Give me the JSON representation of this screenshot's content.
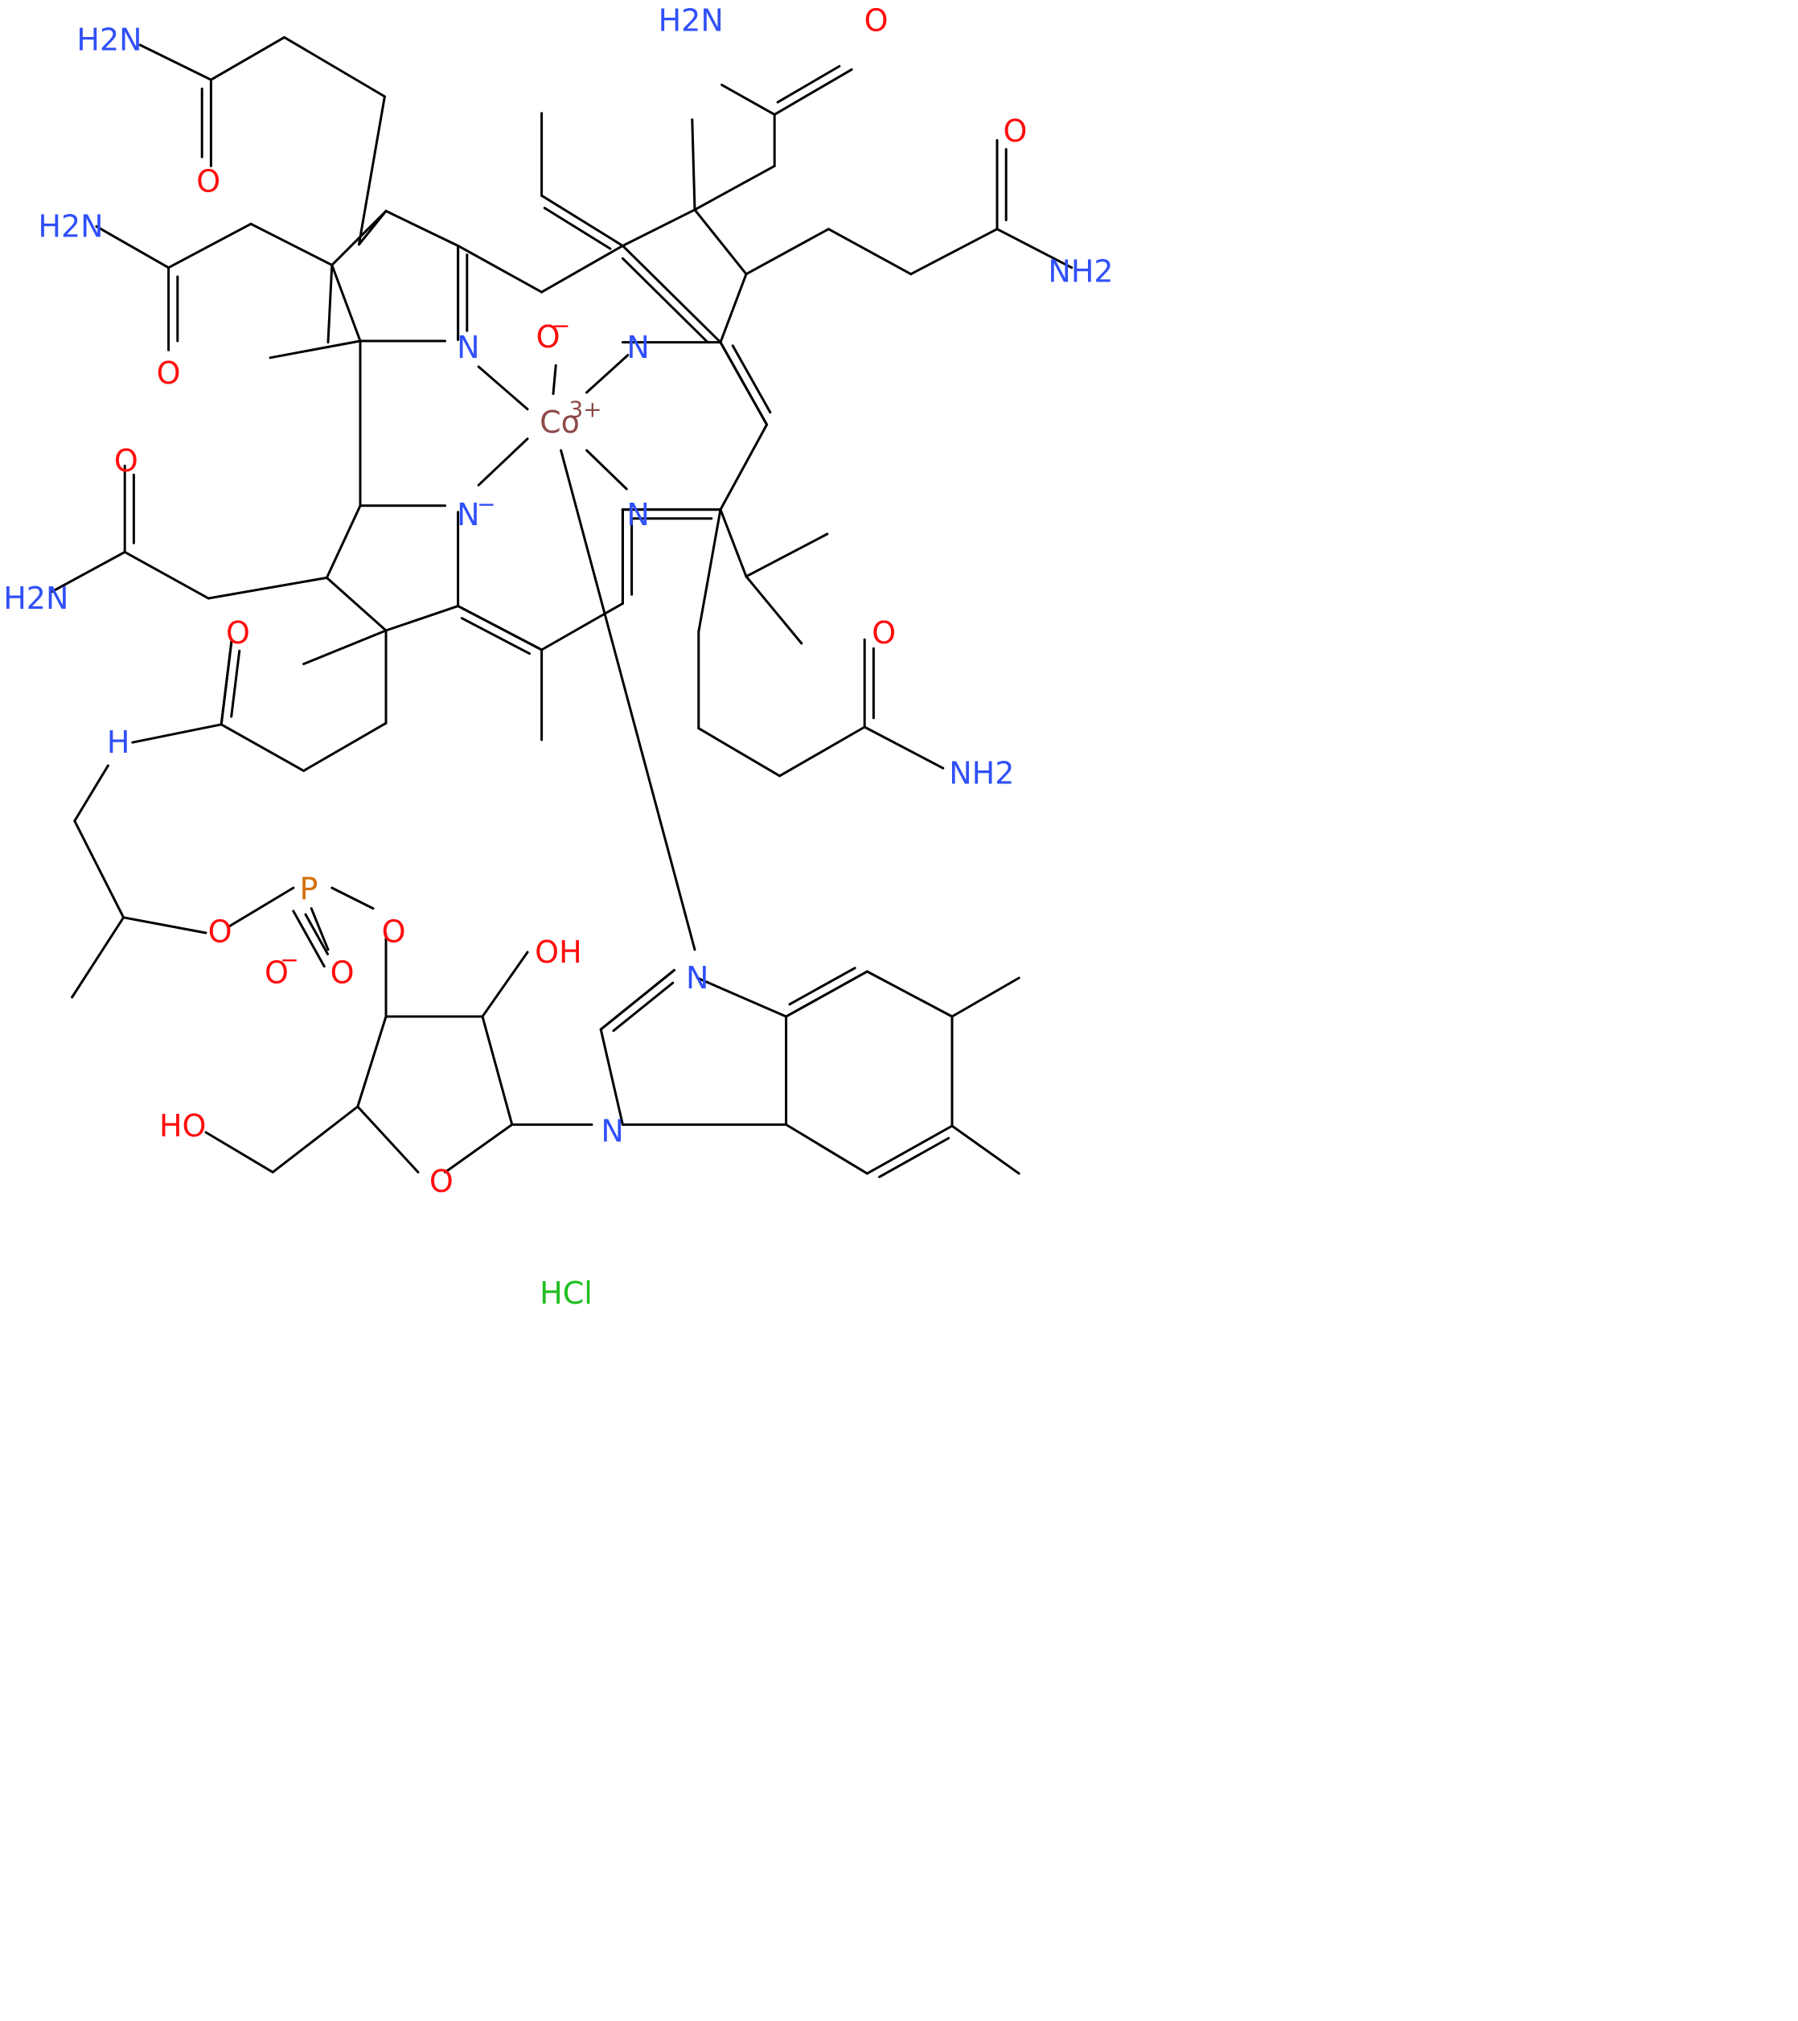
{
  "colors": {
    "bond": "#000000",
    "N": "#3050F8",
    "O": "#FF0D0D",
    "P": "#D4720B",
    "Co": "#8E4A4A",
    "Cl": "#1FBF1F",
    "background": "#ffffff"
  },
  "labels": {
    "amide_nh2_top_left": "H2N",
    "amide_o_top_left": "O",
    "amide_nh2_left": "H2N",
    "amide_o_left": "O",
    "amide_nh2_top_right": "H2N",
    "amide_o_top_right": "O",
    "amide_o_right": "O",
    "amide_nh2_right": "NH2",
    "n_ring_a": "N",
    "n_ring_b": "N",
    "n_ring_c": "N",
    "n_ring_c_charge": "−",
    "n_ring_d": "N",
    "oxide": "O",
    "oxide_charge": "−",
    "cobalt": "Co",
    "cobalt_charge": "3+",
    "amide_o_lower_left": "O",
    "amide_nh2_lower_left": "H2N",
    "amide_o_lower_right": "O",
    "amide_nh2_lower_right": "NH2",
    "linker_o": "O",
    "linker_nh": "H",
    "phosphorus": "P",
    "phosphate_o_left": "O",
    "phosphate_o_right": "O",
    "phosphate_o_minus": "O",
    "phosphate_o_minus_charge": "−",
    "phosphate_o_double": "O",
    "ribose_oh": "OH",
    "ribose_ho": "HO",
    "ribose_o": "O",
    "benzimidazole_n1": "N",
    "benzimidazole_n3": "N",
    "salt": "HCl"
  }
}
